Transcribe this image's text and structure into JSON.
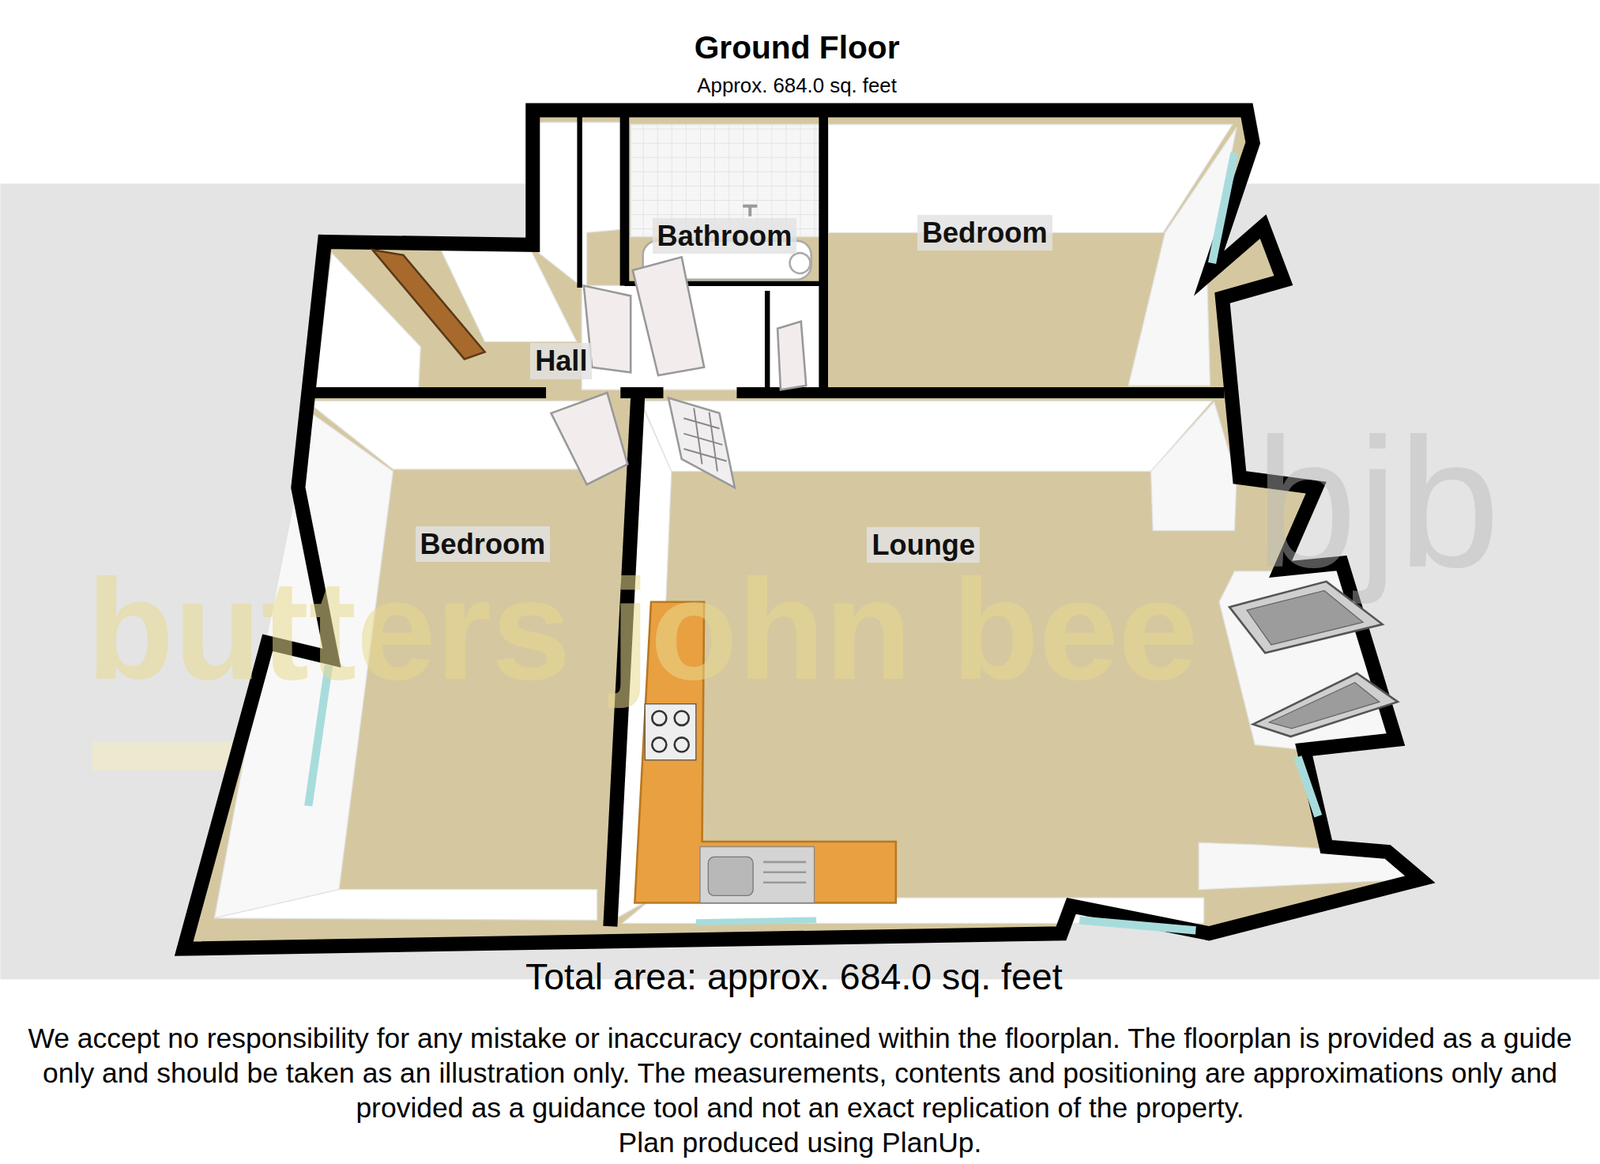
{
  "diagram": {
    "title": "Ground Floor",
    "caption": "Total area: approx. 684.0 sq. feet",
    "nodes": [
      {
        "text": [
          "Bathroom"
        ]
      },
      {
        "text": [
          "Bedroom"
        ]
      },
      {
        "text": [
          "Hall"
        ]
      },
      {
        "text": [
          "Bedroom"
        ]
      },
      {
        "text": [
          "Lounge"
        ]
      }
    ],
    "labels": [
      "Approx. 684.0 sq. feet",
      "butters john bee",
      "bjb",
      "We accept no responsibility for any mistake or inaccuracy contained within the floorplan. The floorplan is provided as a guide only and should be taken as an illustration only. The measurements, contents and positioning are approximations only and provided as a guidance tool and not an exact replication of the property.",
      "Plan produced using PlanUp."
    ]
  }
}
